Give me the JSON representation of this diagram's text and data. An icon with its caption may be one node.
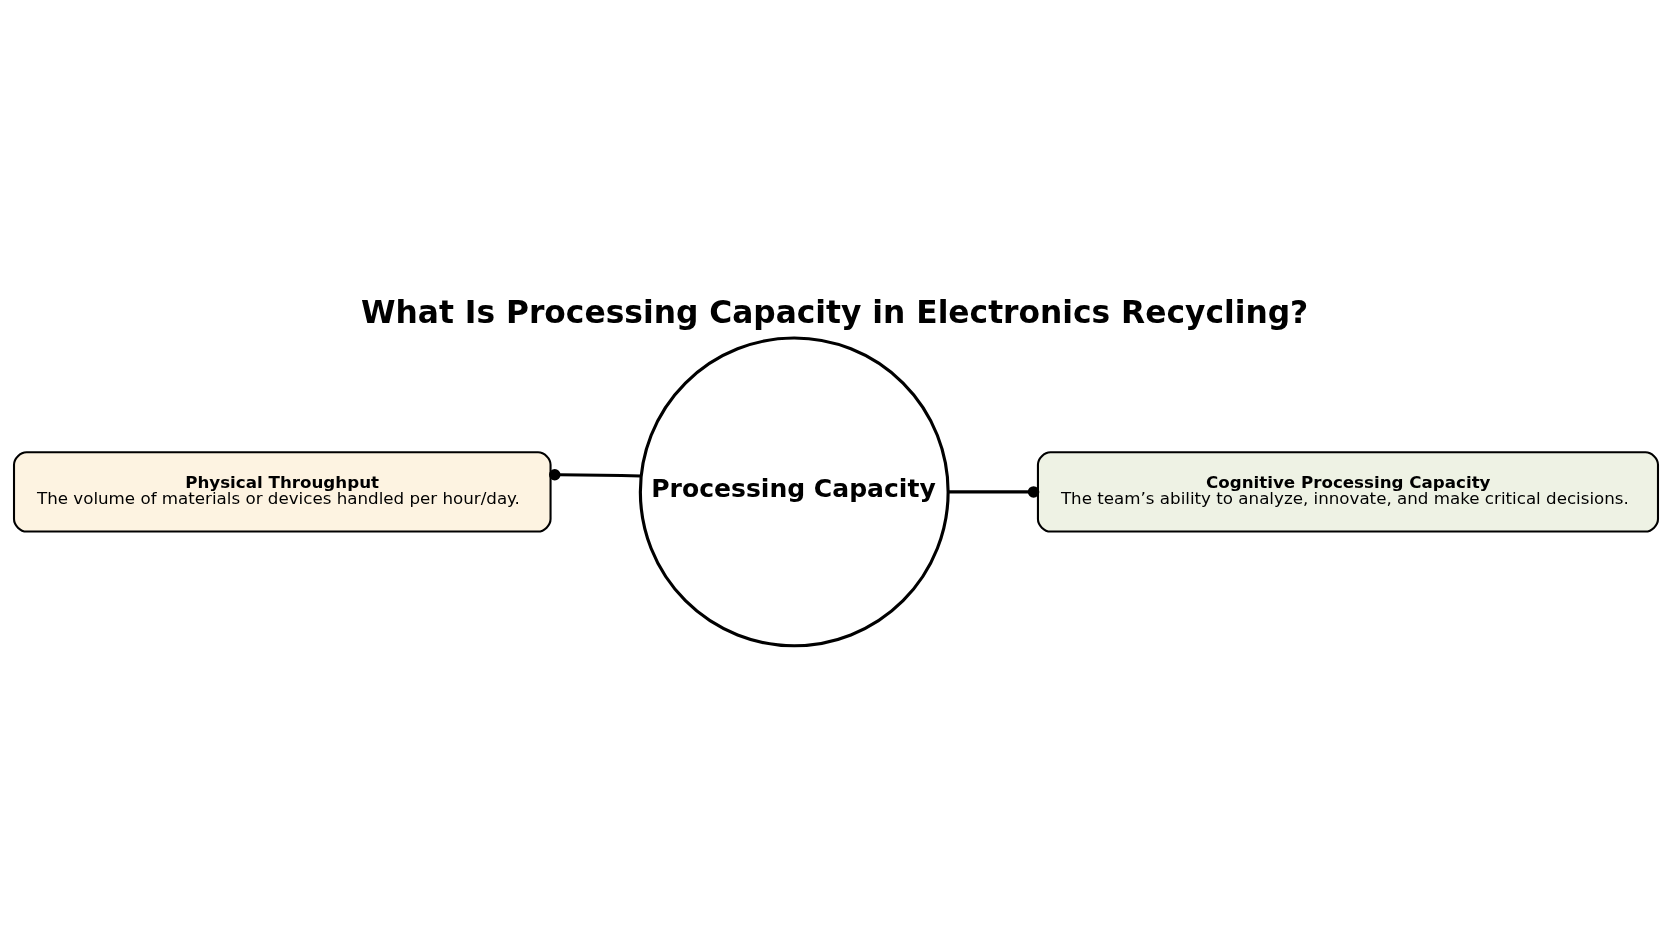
{
  "diagram": {
    "title": "What Is Processing Capacity in Electronics Recycling?",
    "nodes": [
      {
        "text": [
          "Processing Capacity"
        ]
      },
      {
        "text": [
          "Physical Throughput",
          "The volume of materials or devices handled per hour/day."
        ]
      },
      {
        "text": [
          "Cognitive Processing Capacity",
          "The team’s ability to analyze, innovate, and make critical decisions."
        ]
      }
    ],
    "edges": [
      {
        "from": 0,
        "to": 1,
        "arrow": "other"
      },
      {
        "from": 0,
        "to": 2,
        "arrow": "other"
      }
    ]
  }
}
